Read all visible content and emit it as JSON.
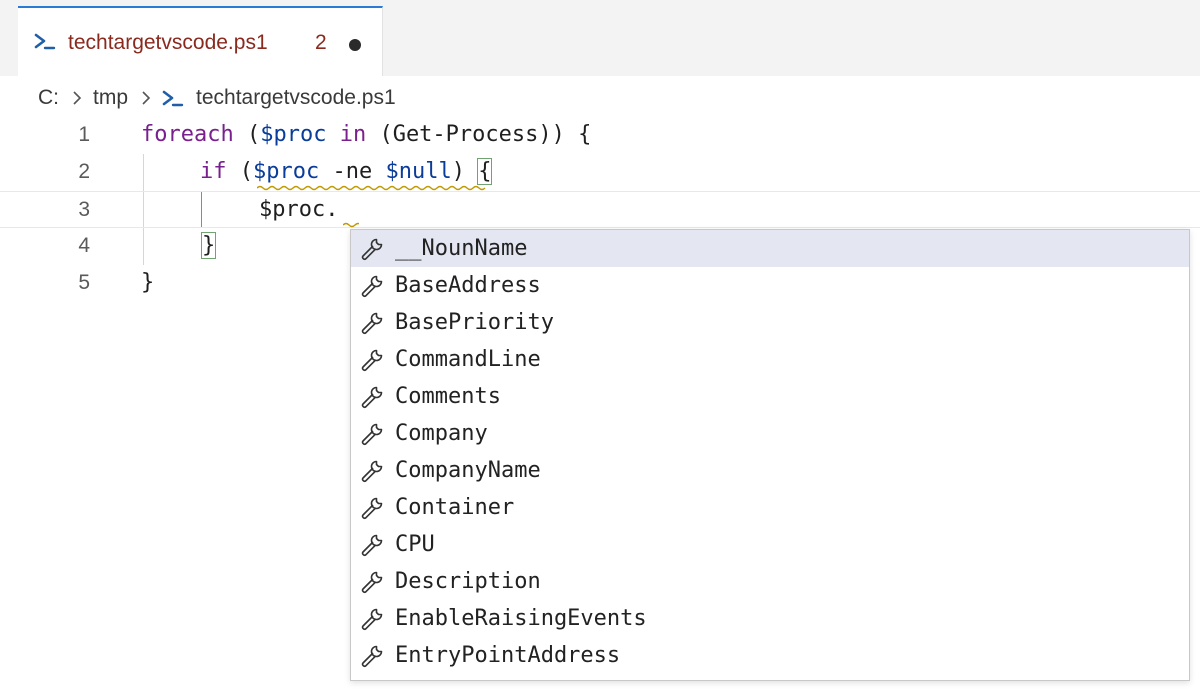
{
  "tab": {
    "title": "techtargetvscode.ps1",
    "problems_count": "2"
  },
  "breadcrumb": {
    "drive": "C:",
    "folder": "tmp",
    "file": "techtargetvscode.ps1"
  },
  "editor": {
    "lines": [
      {
        "number": "1"
      },
      {
        "number": "2"
      },
      {
        "number": "3"
      },
      {
        "number": "4"
      },
      {
        "number": "5"
      }
    ],
    "tokens": {
      "l1_kw": "foreach",
      "l1_a": " (",
      "l1_var": "$proc",
      "l1_b": " ",
      "l1_in": "in",
      "l1_c": " (Get-Process)) {",
      "l2_kw": "if",
      "l2_a": " (",
      "l2_var": "$proc",
      "l2_b": " -ne ",
      "l2_null": "$null",
      "l2_c": ") ",
      "l2_brace": "{",
      "l3_code": "$proc.",
      "l4_brace": "}",
      "l5_brace": "}"
    }
  },
  "suggestions": {
    "icon": "wrench-icon",
    "items": [
      "__NounName",
      "BaseAddress",
      "BasePriority",
      "CommandLine",
      "Comments",
      "Company",
      "CompanyName",
      "Container",
      "CPU",
      "Description",
      "EnableRaisingEvents",
      "EntryPointAddress"
    ]
  },
  "colors": {
    "accent": "#2a7bd6",
    "keyword": "#7a1f8e",
    "variable": "#0a3d99",
    "tab_text": "#8a2a1e",
    "selection": "#e4e6f1",
    "warning": "#c09a00"
  }
}
